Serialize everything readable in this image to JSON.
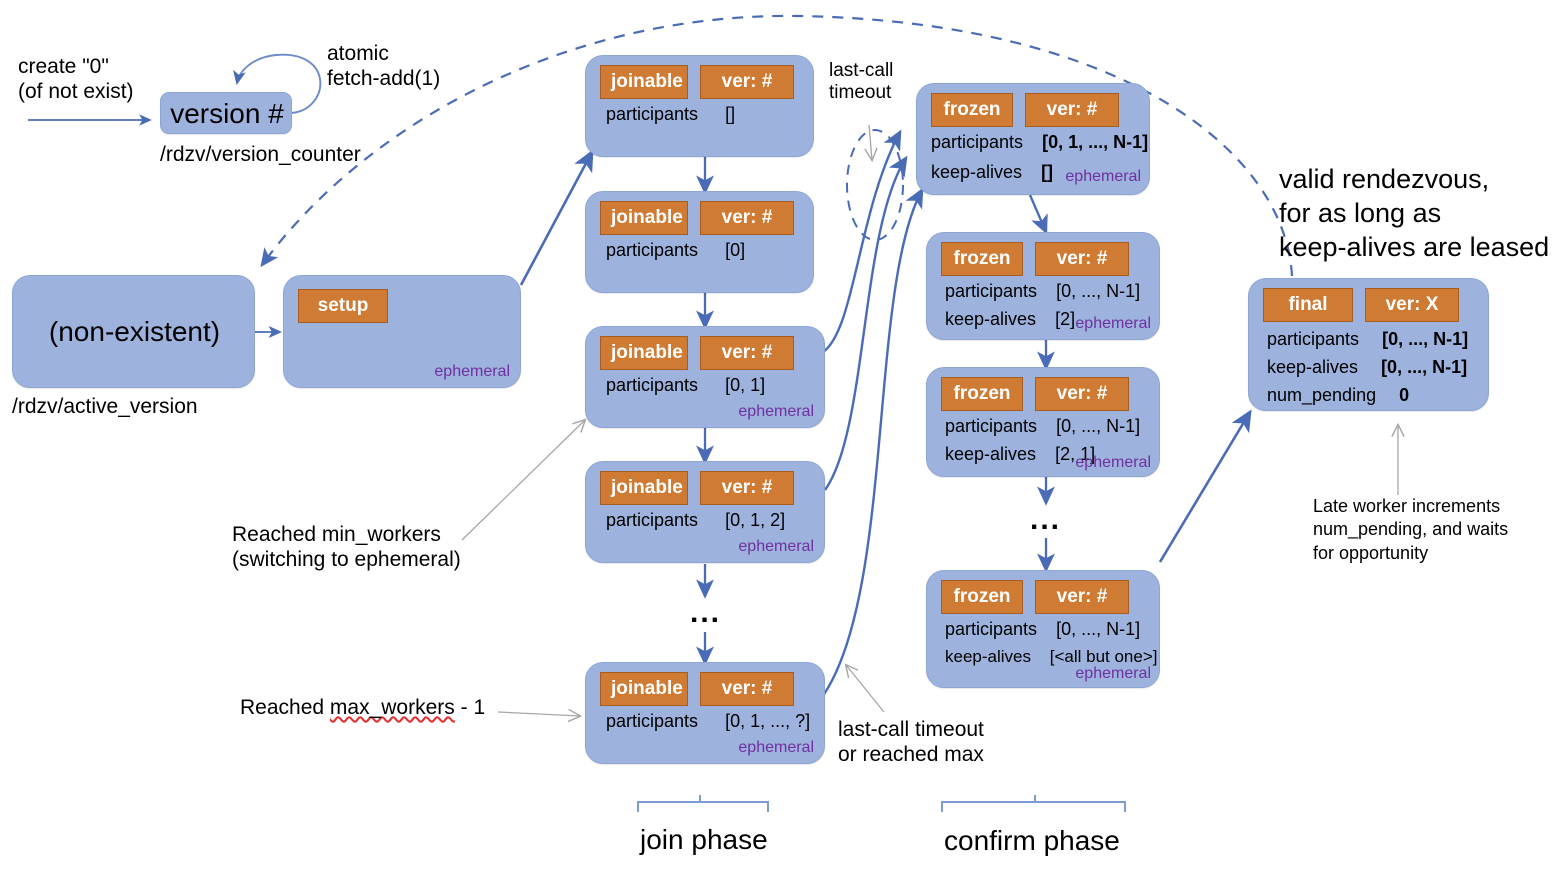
{
  "colors": {
    "box_fill": "#9db2dd",
    "box_border": "#8ea6d6",
    "tag_fill": "#cf7b33",
    "tag_border": "#a75c21",
    "ephemeral_text": "#7030a0",
    "arrow_blue": "#4a6bb5",
    "arrow_grey": "#a6a6a6"
  },
  "counter": {
    "create_label": "create \"0\"\n(of not exist)",
    "box_title": "version #",
    "path_label": "/rdzv/version_counter",
    "loop_label": "atomic\nfetch-add(1)"
  },
  "active_version": {
    "box_title": "(non-existent)",
    "path_label": "/rdzv/active_version"
  },
  "setup_box": {
    "tags": [
      "setup"
    ],
    "ephemeral": "ephemeral"
  },
  "join_phase": {
    "bracket_label": "join phase",
    "dots": "...",
    "states": [
      {
        "tags": [
          "joinable",
          "ver: #"
        ],
        "rows": [
          {
            "key": "participants",
            "value": "[]"
          }
        ],
        "ephemeral": ""
      },
      {
        "tags": [
          "joinable",
          "ver: #"
        ],
        "rows": [
          {
            "key": "participants",
            "value": "[0]"
          }
        ],
        "ephemeral": ""
      },
      {
        "tags": [
          "joinable",
          "ver: #"
        ],
        "rows": [
          {
            "key": "participants",
            "value": "[0, 1]"
          }
        ],
        "ephemeral": "ephemeral"
      },
      {
        "tags": [
          "joinable",
          "ver: #"
        ],
        "rows": [
          {
            "key": "participants",
            "value": "[0, 1, 2]"
          }
        ],
        "ephemeral": "ephemeral"
      },
      {
        "tags": [
          "joinable",
          "ver: #"
        ],
        "rows": [
          {
            "key": "participants",
            "value": "[0, 1, ..., ?]"
          }
        ],
        "ephemeral": "ephemeral"
      }
    ]
  },
  "confirm_phase": {
    "bracket_label": "confirm phase",
    "dots": "...",
    "states": [
      {
        "tags": [
          "frozen",
          "ver: #"
        ],
        "rows": [
          {
            "key": "participants",
            "value": "[0, 1, ..., N-1]"
          },
          {
            "key": "keep-alives",
            "value": "[]"
          }
        ],
        "ephemeral": "ephemeral"
      },
      {
        "tags": [
          "frozen",
          "ver: #"
        ],
        "rows": [
          {
            "key": "participants",
            "value": "[0, ..., N-1]"
          },
          {
            "key": "keep-alives",
            "value": "[2]"
          }
        ],
        "ephemeral": "ephemeral"
      },
      {
        "tags": [
          "frozen",
          "ver: #"
        ],
        "rows": [
          {
            "key": "participants",
            "value": "[0, ..., N-1]"
          },
          {
            "key": "keep-alives",
            "value": "[2, 1]"
          }
        ],
        "ephemeral": "ephemeral"
      },
      {
        "tags": [
          "frozen",
          "ver: #"
        ],
        "rows": [
          {
            "key": "participants",
            "value": "[0, ..., N-1]"
          },
          {
            "key": "keep-alives",
            "value": "[<all but one>]"
          }
        ],
        "ephemeral": "ephemeral"
      }
    ]
  },
  "final_state": {
    "tags": [
      "final",
      "ver: X"
    ],
    "rows": [
      {
        "key": "participants",
        "value": "[0, ..., N-1]"
      },
      {
        "key": "keep-alives",
        "value": "[0, ..., N-1]"
      },
      {
        "key": "num_pending",
        "value": "0"
      }
    ]
  },
  "annotations": {
    "last_call_timeout": "last-call\ntimeout",
    "last_call_or_max": "last-call timeout\nor reached max",
    "min_workers": "Reached min_workers\n(switching to ephemeral)",
    "max_workers_prefix": "Reached ",
    "max_workers_token": "max_workers",
    "max_workers_suffix": " - 1",
    "valid_rendezvous": "valid rendezvous,\nfor as long as\nkeep-alives are leased",
    "late_worker": "Late worker increments\nnum_pending, and waits\nfor opportunity"
  }
}
